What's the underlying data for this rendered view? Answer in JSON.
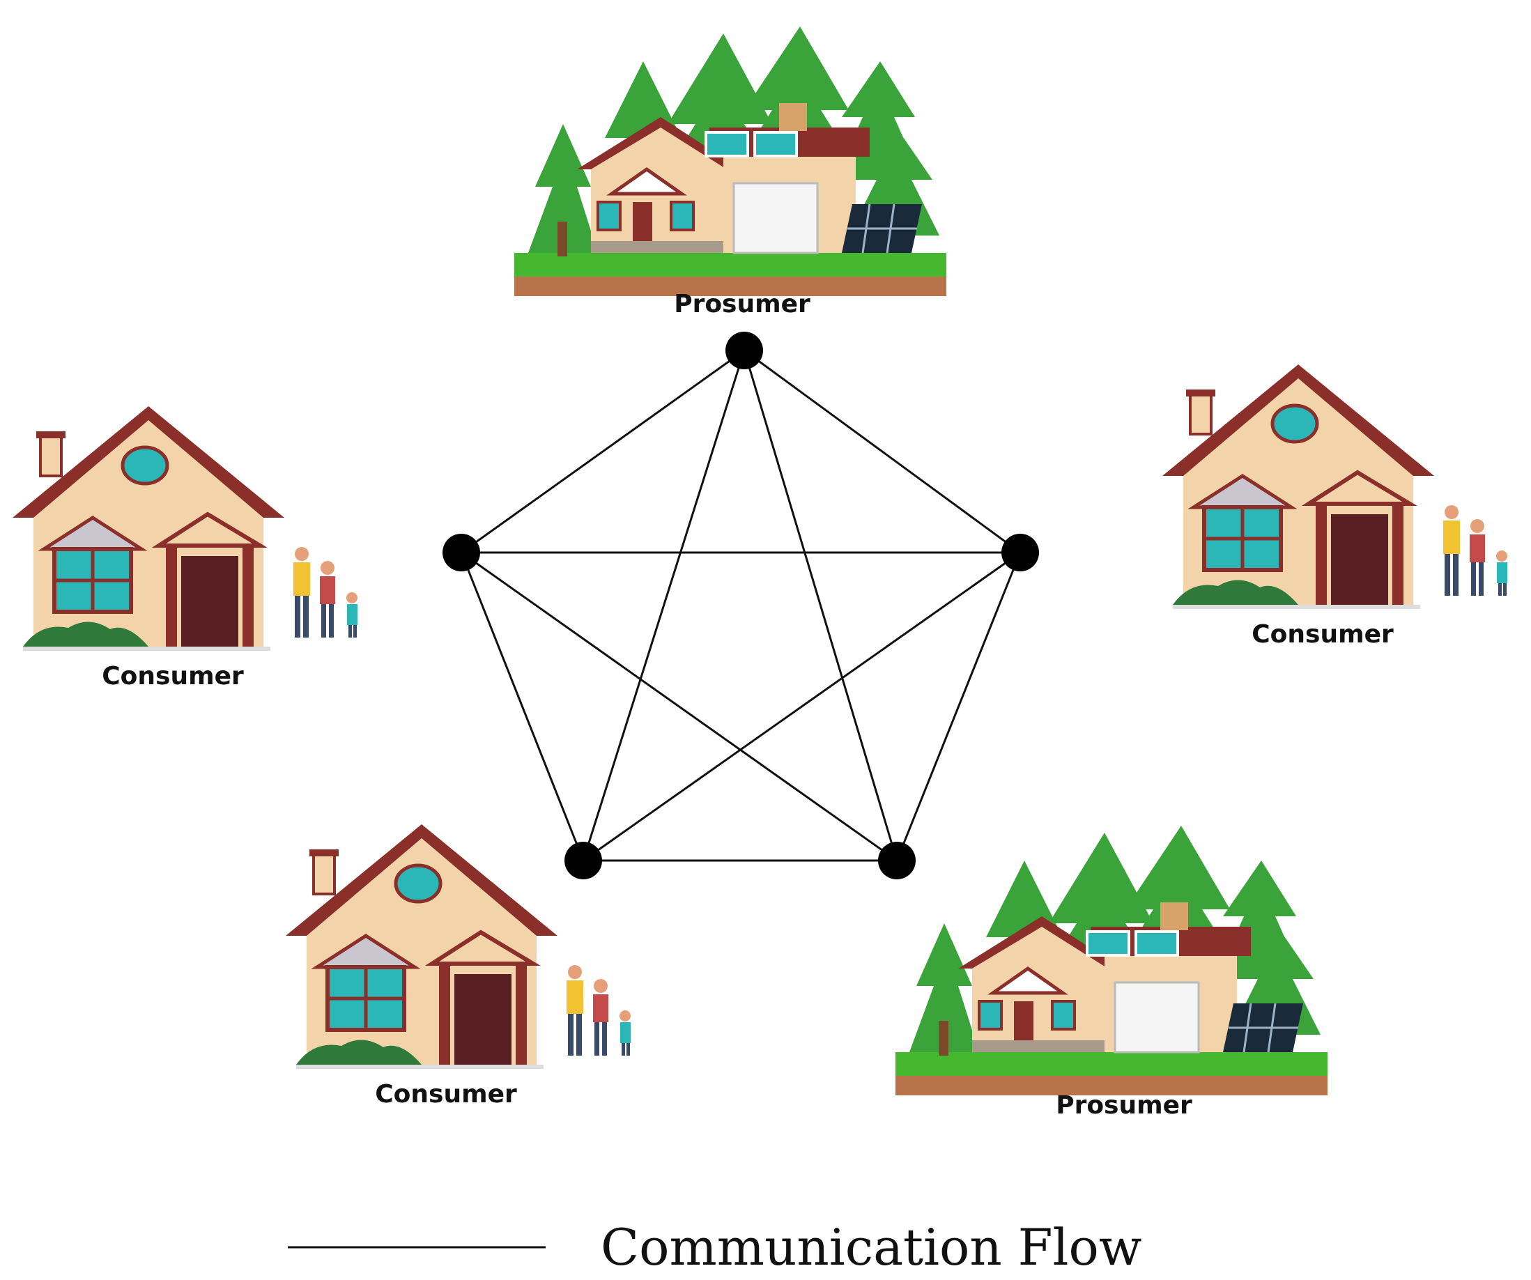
{
  "nodes": [
    {
      "id": "n-top",
      "label": "Prosumer",
      "kind": "prosumer"
    },
    {
      "id": "n-left",
      "label": "Consumer",
      "kind": "consumer"
    },
    {
      "id": "n-right",
      "label": "Consumer",
      "kind": "consumer"
    },
    {
      "id": "n-bottom-left",
      "label": "Consumer",
      "kind": "consumer"
    },
    {
      "id": "n-bottom-right",
      "label": "Prosumer",
      "kind": "prosumer"
    }
  ],
  "edges": [
    [
      "n-top",
      "n-left"
    ],
    [
      "n-top",
      "n-right"
    ],
    [
      "n-top",
      "n-bottom-left"
    ],
    [
      "n-top",
      "n-bottom-right"
    ],
    [
      "n-left",
      "n-right"
    ],
    [
      "n-left",
      "n-bottom-left"
    ],
    [
      "n-left",
      "n-bottom-right"
    ],
    [
      "n-right",
      "n-bottom-left"
    ],
    [
      "n-right",
      "n-bottom-right"
    ],
    [
      "n-bottom-left",
      "n-bottom-right"
    ]
  ],
  "legend": {
    "label": "Communication Flow"
  },
  "colors": {
    "edge": "#111111",
    "wall": "#f3d3a9",
    "roof": "#8b2f2a",
    "door": "#5a1f23",
    "window": "#2bb7b7",
    "grass": "#46b82f",
    "soil": "#b8734a",
    "tree": "#3aa33a",
    "panel": "#1b2a3a"
  }
}
